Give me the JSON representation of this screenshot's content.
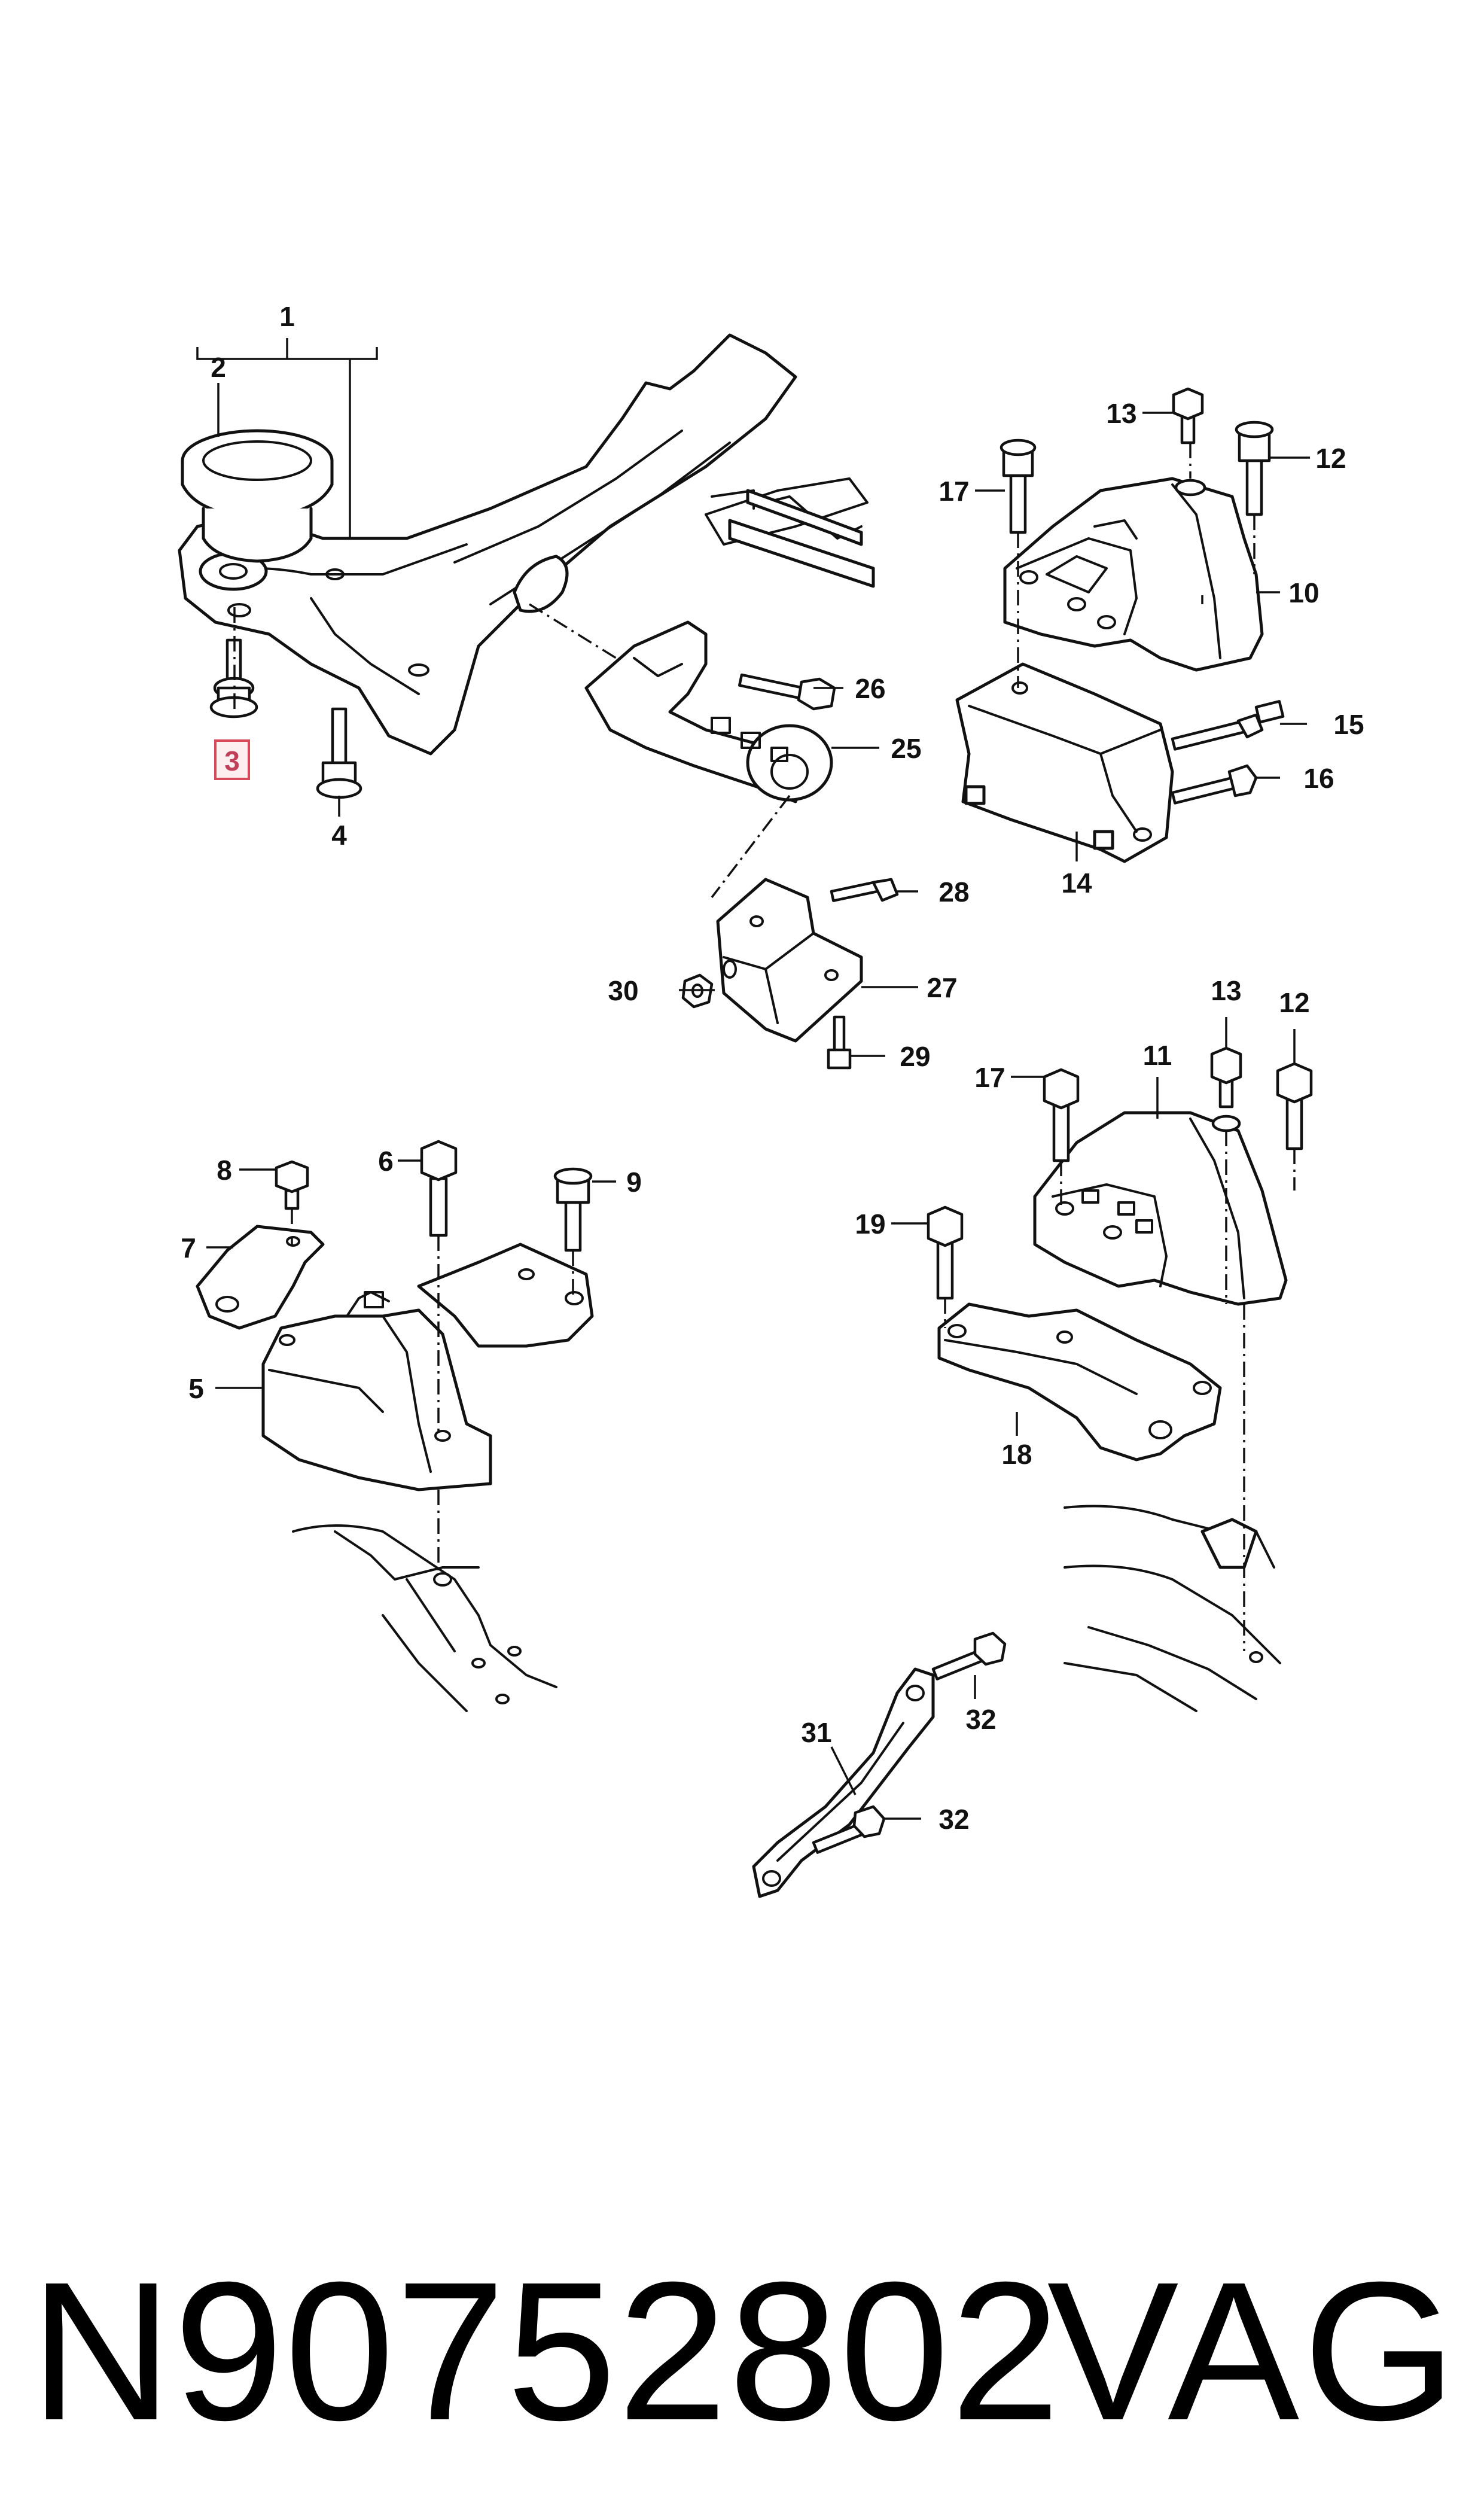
{
  "callouts": [
    {
      "id": "1",
      "label": "1"
    },
    {
      "id": "2",
      "label": "2"
    },
    {
      "id": "3",
      "label": "3",
      "highlighted": true
    },
    {
      "id": "4",
      "label": "4"
    },
    {
      "id": "5",
      "label": "5"
    },
    {
      "id": "6",
      "label": "6"
    },
    {
      "id": "7",
      "label": "7"
    },
    {
      "id": "8",
      "label": "8"
    },
    {
      "id": "9",
      "label": "9"
    },
    {
      "id": "10",
      "label": "10"
    },
    {
      "id": "11",
      "label": "11"
    },
    {
      "id": "12a",
      "label": "12"
    },
    {
      "id": "12b",
      "label": "12"
    },
    {
      "id": "13a",
      "label": "13"
    },
    {
      "id": "13b",
      "label": "13"
    },
    {
      "id": "14",
      "label": "14"
    },
    {
      "id": "15",
      "label": "15"
    },
    {
      "id": "16",
      "label": "16"
    },
    {
      "id": "17a",
      "label": "17"
    },
    {
      "id": "17b",
      "label": "17"
    },
    {
      "id": "18",
      "label": "18"
    },
    {
      "id": "19",
      "label": "19"
    },
    {
      "id": "25",
      "label": "25"
    },
    {
      "id": "26",
      "label": "26"
    },
    {
      "id": "27",
      "label": "27"
    },
    {
      "id": "28",
      "label": "28"
    },
    {
      "id": "29",
      "label": "29"
    },
    {
      "id": "30",
      "label": "30"
    },
    {
      "id": "31",
      "label": "31"
    },
    {
      "id": "32a",
      "label": "32"
    },
    {
      "id": "32b",
      "label": "32"
    }
  ],
  "footer": {
    "part_number": "N90752802",
    "brand": "VAG"
  },
  "colors": {
    "line": "#111111",
    "highlight_border": "#d64a5a",
    "highlight_fill": "#fdeef0",
    "highlight_text": "#c0405a"
  }
}
